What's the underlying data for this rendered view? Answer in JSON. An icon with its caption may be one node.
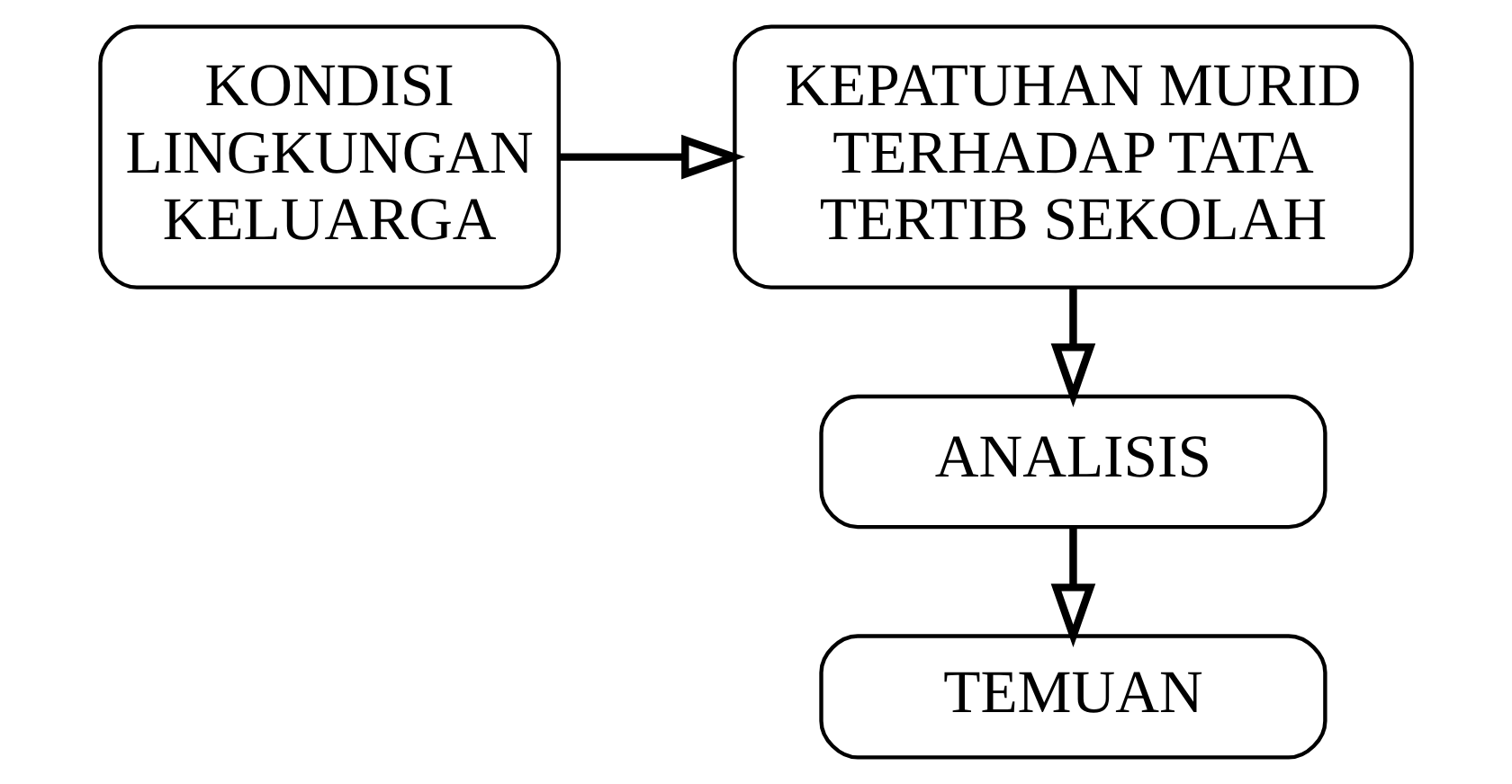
{
  "diagram": {
    "nodes": [
      {
        "text": [
          "KONDISI LINGKUNGAN KELUARGA"
        ]
      },
      {
        "text": [
          "KEPATUHAN MURID TERHADAP TATA TERTIB SEKOLAH"
        ]
      },
      {
        "text": [
          "ANALISIS"
        ]
      },
      {
        "text": [
          "TEMUAN"
        ]
      }
    ],
    "edges": [
      {
        "from": 0,
        "to": 1,
        "arrow": "to"
      },
      {
        "from": 1,
        "to": 2,
        "arrow": "to"
      },
      {
        "from": 2,
        "to": 3,
        "arrow": "to"
      }
    ]
  }
}
